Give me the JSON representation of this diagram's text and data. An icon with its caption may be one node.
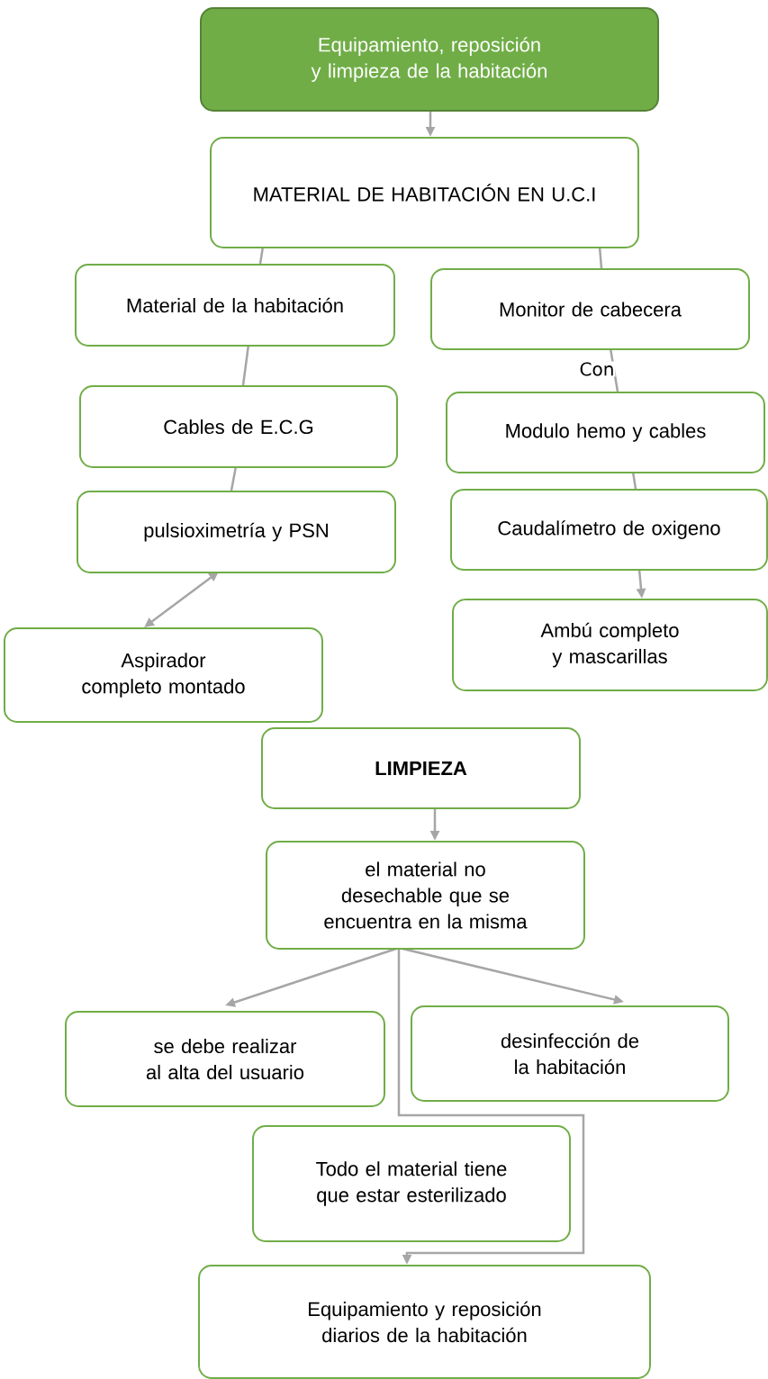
{
  "diagram": {
    "nodes": [
      {
        "text": [
          "Equipamiento, reposición y limpieza de la habitación"
        ]
      },
      {
        "text": [
          "MATERIAL DE HABITACIÓN EN U.C.I"
        ]
      },
      {
        "text": [
          "Material de la habitación"
        ]
      },
      {
        "text": [
          "Monitor de cabecera"
        ]
      },
      {
        "text": [
          "Cables de E.C.G"
        ]
      },
      {
        "text": [
          "Modulo hemo y cables"
        ]
      },
      {
        "text": [
          "pulsioximetría y PSN"
        ]
      },
      {
        "text": [
          "Caudalímetro de oxigeno"
        ]
      },
      {
        "text": [
          "Aspirador completo montado"
        ]
      },
      {
        "text": [
          "Ambú completo y mascarillas"
        ]
      },
      {
        "text": [
          "LIMPIEZA"
        ]
      },
      {
        "text": [
          "el material no desechable que se encuentra en la misma"
        ]
      },
      {
        "text": [
          "se debe realizar al alta del usuario"
        ]
      },
      {
        "text": [
          "desinfección de la habitación"
        ]
      },
      {
        "text": [
          "Todo el material tiene que estar esterilizado"
        ]
      },
      {
        "text": [
          "Equipamiento y reposición diarios de la habitación"
        ]
      }
    ],
    "edges": [
      {
        "from": 0,
        "to": 1,
        "arrow": "to"
      },
      {
        "from": 1,
        "to": 2,
        "arrow": "none"
      },
      {
        "from": 1,
        "to": 3,
        "arrow": "none"
      },
      {
        "from": 2,
        "to": 4,
        "arrow": "none"
      },
      {
        "from": 3,
        "to": 5,
        "arrow": "none",
        "label": "Con"
      },
      {
        "from": 4,
        "to": 6,
        "arrow": "none"
      },
      {
        "from": 5,
        "to": 7,
        "arrow": "none"
      },
      {
        "from": 6,
        "to": 8,
        "arrow": "both"
      },
      {
        "from": 7,
        "to": 9,
        "arrow": "to"
      },
      {
        "from": 10,
        "to": 11,
        "arrow": "to"
      },
      {
        "from": 11,
        "to": 12,
        "arrow": "to"
      },
      {
        "from": 11,
        "to": 13,
        "arrow": "to"
      },
      {
        "from": 11,
        "to": 15,
        "arrow": "to"
      }
    ]
  }
}
